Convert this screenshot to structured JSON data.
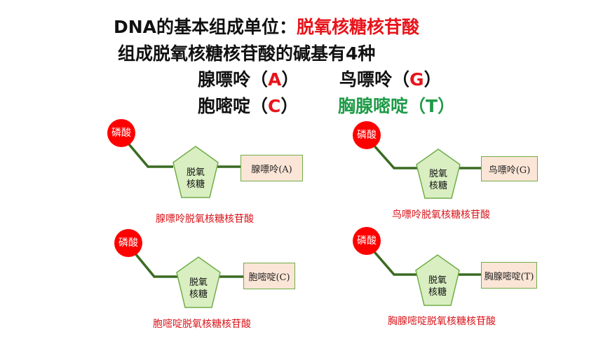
{
  "title": {
    "prefix": "DNA的基本组成单位：",
    "highlight": "脱氧核糖核苷酸",
    "highlight_color": "#e8141b"
  },
  "subtitle": "组成脱氧核糖核苷酸的碱基有4种",
  "bases": [
    {
      "name": "腺嘌呤",
      "open": "（",
      "letter": "A",
      "close": "）",
      "name_color": "#111111",
      "letter_color": "#e8141b"
    },
    {
      "name": "鸟嘌呤",
      "open": "（",
      "letter": "G",
      "close": "）",
      "name_color": "#111111",
      "letter_color": "#e8141b"
    },
    {
      "name": "胞嘧啶",
      "open": "（",
      "letter": "C",
      "close": "）",
      "name_color": "#111111",
      "letter_color": "#e8141b"
    },
    {
      "name": "胸腺嘧啶",
      "open": "（",
      "letter": "T",
      "close": "）",
      "name_color": "#1f9b48",
      "letter_color": "#1f9b48"
    }
  ],
  "diagrams": [
    {
      "phosphate": "磷酸",
      "sugar_line1": "脱氧",
      "sugar_line2": "核糖",
      "base": "腺嘌呤(A)",
      "caption": "腺嘌呤脱氧核糖核苷酸"
    },
    {
      "phosphate": "磷酸",
      "sugar_line1": "脱氧",
      "sugar_line2": "核糖",
      "base": "鸟嘌呤(G)",
      "caption": "鸟嘌呤脱氧核糖核苷酸"
    },
    {
      "phosphate": "磷酸",
      "sugar_line1": "脱氧",
      "sugar_line2": "核糖",
      "base": "胞嘧啶(C)",
      "caption": "胞嘧啶脱氧核糖核苷酸"
    },
    {
      "phosphate": "磷酸",
      "sugar_line1": "脱氧",
      "sugar_line2": "核糖",
      "base": "胸腺嘧啶(T)",
      "caption": "胸腺嘧啶脱氧核糖核苷酸"
    }
  ],
  "colors": {
    "phosphate_fill": "#ff0000",
    "sugar_fill": "#d9efc2",
    "sugar_stroke": "#70ad47",
    "bond": "#3a6b22",
    "base_fill": "#fbe5d6",
    "caption": "#d9151b"
  }
}
